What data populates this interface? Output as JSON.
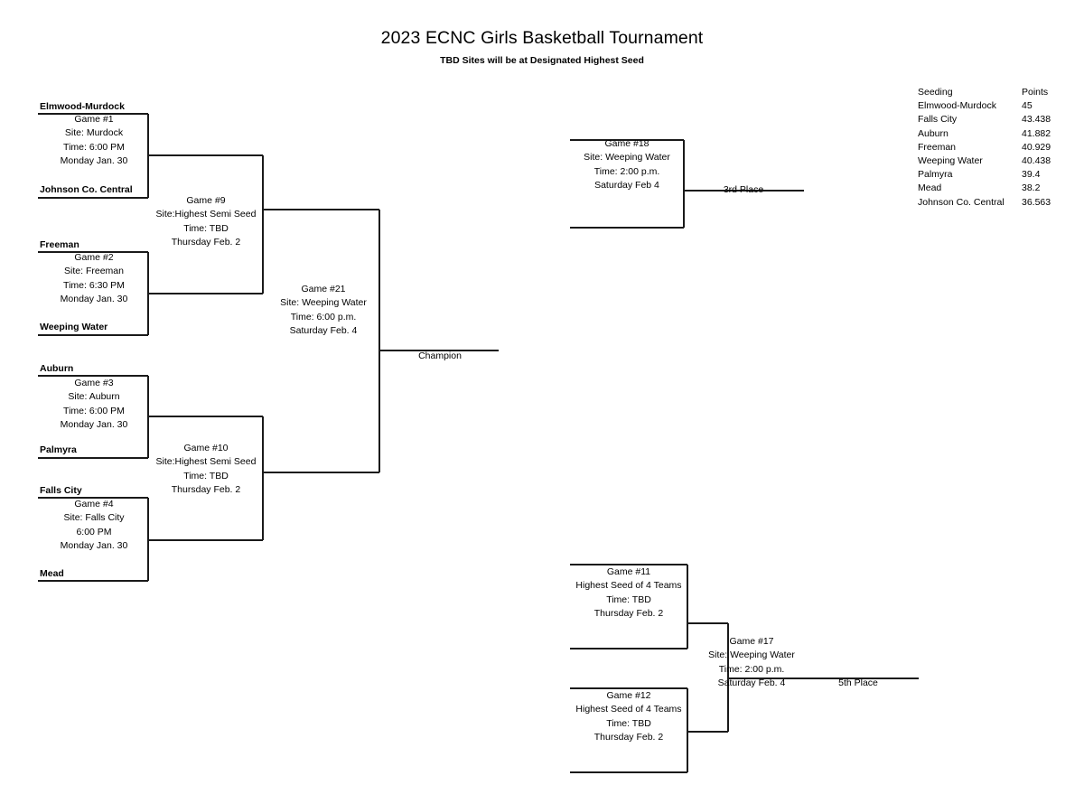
{
  "header": {
    "title": "2023 ECNC Girls Basketball Tournament",
    "subtitle": "TBD Sites will be at Designated Highest Seed"
  },
  "teams": {
    "elmwood_murdock": "Elmwood-Murdock",
    "johnson_co_central": "Johnson Co. Central",
    "freeman": "Freeman",
    "weeping_water": "Weeping Water",
    "auburn": "Auburn",
    "palmyra": "Palmyra",
    "falls_city": "Falls City",
    "mead": "Mead"
  },
  "games": {
    "g1": {
      "name": "Game #1",
      "site": "Site: Murdock",
      "time": "Time: 6:00 PM",
      "date": "Monday Jan. 30"
    },
    "g2": {
      "name": "Game #2",
      "site": "Site: Freeman",
      "time": "Time: 6:30 PM",
      "date": "Monday Jan. 30"
    },
    "g3": {
      "name": "Game #3",
      "site": "Site: Auburn",
      "time": "Time: 6:00 PM",
      "date": "Monday Jan. 30"
    },
    "g4": {
      "name": "Game #4",
      "site": "Site: Falls City",
      "time": "6:00 PM",
      "date": "Monday Jan. 30"
    },
    "g9": {
      "name": "Game #9",
      "site": "Site:Highest Semi Seed",
      "time": "Time: TBD",
      "date": "Thursday Feb. 2"
    },
    "g10": {
      "name": "Game #10",
      "site": "Site:Highest Semi Seed",
      "time": "Time: TBD",
      "date": "Thursday Feb. 2"
    },
    "g11": {
      "name": "Game #11",
      "site": "Highest Seed of 4 Teams",
      "time": "Time: TBD",
      "date": "Thursday Feb. 2"
    },
    "g12": {
      "name": "Game #12",
      "site": "Highest Seed of 4 Teams",
      "time": "Time: TBD",
      "date": "Thursday Feb. 2"
    },
    "g17": {
      "name": "Game #17",
      "site": "Site: Weeping Water",
      "time": "Time: 2:00 p.m.",
      "date": "Saturday Feb. 4"
    },
    "g18": {
      "name": "Game #18",
      "site": "Site: Weeping Water",
      "time": "Time: 2:00 p.m.",
      "date": "Saturday Feb 4"
    },
    "g21": {
      "name": "Game #21",
      "site": "Site: Weeping Water",
      "time": "Time: 6:00 p.m.",
      "date": "Saturday Feb. 4"
    }
  },
  "outcomes": {
    "champion": "Champion",
    "third_place": "3rd Place",
    "fifth_place": "5th Place"
  },
  "seeding": {
    "header_team": "Seeding",
    "header_points": "Points",
    "rows": [
      {
        "team": "Elmwood-Murdock",
        "points": "45"
      },
      {
        "team": "Falls City",
        "points": "43.438"
      },
      {
        "team": "Auburn",
        "points": "41.882"
      },
      {
        "team": "Freeman",
        "points": "40.929"
      },
      {
        "team": "Weeping Water",
        "points": "40.438"
      },
      {
        "team": "Palmyra",
        "points": "39.4"
      },
      {
        "team": "Mead",
        "points": "38.2"
      },
      {
        "team": "Johnson Co. Central",
        "points": "36.563"
      }
    ]
  },
  "style": {
    "line_color": "#1a1a1a",
    "background": "#ffffff"
  }
}
